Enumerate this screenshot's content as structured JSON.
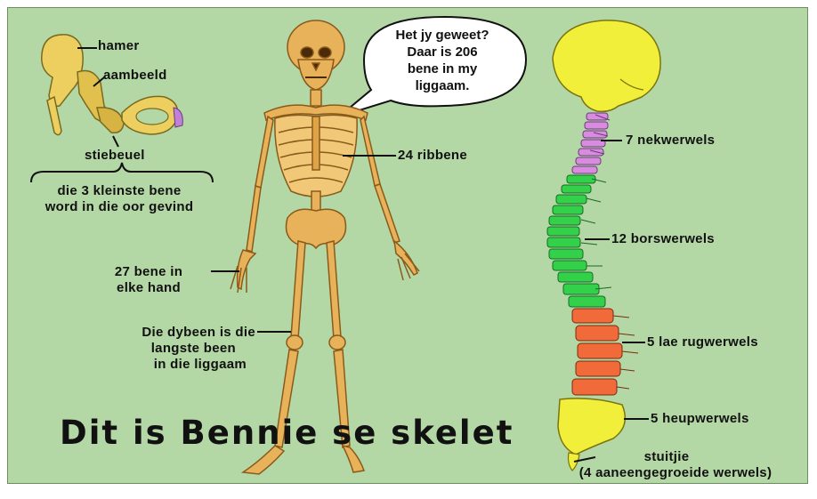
{
  "ear": {
    "hammer": "hamer",
    "anvil": "aambeeld",
    "stirrup": "stiebeuel",
    "caption_line1": "die 3 kleinste bene",
    "caption_line2": "word in die oor gevind"
  },
  "bubble": {
    "line1": "Het jy geweet?",
    "line2": "Daar is 206",
    "line3": "bene in my",
    "line4": "liggaam."
  },
  "skeleton": {
    "ribs": "24 ribbene",
    "hand_line1": "27 bene in",
    "hand_line2": "elke hand",
    "femur_line1": "Die dybeen is die",
    "femur_line2": "langste been",
    "femur_line3": "in die liggaam"
  },
  "spine": {
    "neck": "7 nekwerwels",
    "chest": "12 borswerwels",
    "lower_back": "5 lae rugwerwels",
    "hip": "5 heupwerwels",
    "tailbone_line1": "stuitjie",
    "tailbone_line2": "(4 aaneengegroeide werwels)"
  },
  "title": "Dit is Bennie se skelet",
  "colors": {
    "background": "#b4d8a5",
    "bone": "#e8b25a",
    "skull": "#f2ef3a",
    "cervical": "#d98be0",
    "thoracic": "#33d14a",
    "lumbar": "#f06a3a",
    "sacrum": "#f2ef3a"
  }
}
